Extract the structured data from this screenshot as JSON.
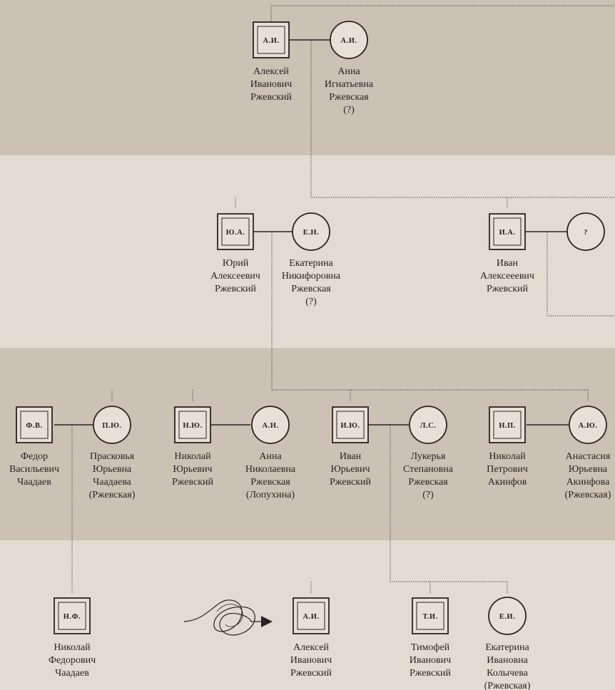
{
  "people": [
    {
      "id": "ai1",
      "type": "male",
      "initials": "А.И.",
      "name": [
        "Алексей",
        "Иванович",
        "Ржевский"
      ]
    },
    {
      "id": "ai_w",
      "type": "female",
      "initials": "А.И.",
      "name": [
        "Анна",
        "Игнатьевна",
        "Ржевская",
        "(?)"
      ]
    },
    {
      "id": "yua",
      "type": "male",
      "initials": "Ю.А.",
      "name": [
        "Юрий",
        "Алексеевич",
        "Ржевский"
      ]
    },
    {
      "id": "en",
      "type": "female",
      "initials": "Е.Н.",
      "name": [
        "Екатерина",
        "Никифоровна",
        "Ржевская",
        "(?)"
      ]
    },
    {
      "id": "ia",
      "type": "male",
      "initials": "И.А.",
      "name": [
        "Иван",
        "Алексееевич",
        "Ржевский"
      ]
    },
    {
      "id": "q",
      "type": "female",
      "initials": "?",
      "name": []
    },
    {
      "id": "fv",
      "type": "male",
      "initials": "Ф.В.",
      "name": [
        "Федор",
        "Васильевич",
        "Чаадаев"
      ]
    },
    {
      "id": "pyu",
      "type": "female",
      "initials": "П.Ю.",
      "name": [
        "Прасковья",
        "Юрьевна",
        "Чаадаева",
        "(Ржевская)"
      ]
    },
    {
      "id": "nyu",
      "type": "male",
      "initials": "Н.Ю.",
      "name": [
        "Николай",
        "Юрьевич",
        "Ржевский"
      ]
    },
    {
      "id": "an",
      "type": "female",
      "initials": "А.Н.",
      "name": [
        "Анна",
        "Николаевна",
        "Ржевская",
        "(Лопухина)"
      ]
    },
    {
      "id": "iyu",
      "type": "male",
      "initials": "И.Ю.",
      "name": [
        "Иван",
        "Юрьевич",
        "Ржевский"
      ]
    },
    {
      "id": "ls",
      "type": "female",
      "initials": "Л.С.",
      "name": [
        "Лукерья",
        "Степановна",
        "Ржевская",
        "(?)"
      ]
    },
    {
      "id": "np",
      "type": "male",
      "initials": "Н.П.",
      "name": [
        "Николай",
        "Петрович",
        "Акинфов"
      ]
    },
    {
      "id": "ayu",
      "type": "female",
      "initials": "А.Ю.",
      "name": [
        "Анастасия",
        "Юрьевна",
        "Акинфова",
        "(Ржевская)"
      ]
    },
    {
      "id": "nf",
      "type": "male",
      "initials": "Н.Ф.",
      "name": [
        "Николай",
        "Федорович",
        "Чаадаев"
      ]
    },
    {
      "id": "ai2",
      "type": "male",
      "initials": "А.И.",
      "name": [
        "Алексей",
        "Иванович",
        "Ржевский"
      ]
    },
    {
      "id": "ti",
      "type": "male",
      "initials": "Т.И.",
      "name": [
        "Тимофей",
        "Иванович",
        "Ржевский"
      ]
    },
    {
      "id": "ei",
      "type": "female",
      "initials": "Е.И.",
      "name": [
        "Екатерина",
        "Ивановна",
        "Колычева",
        "(Ржевская)"
      ]
    }
  ],
  "colors": {
    "band_dark": "#ccc1b5",
    "band_light": "#e3dbd1",
    "ink": "#2a2320"
  }
}
